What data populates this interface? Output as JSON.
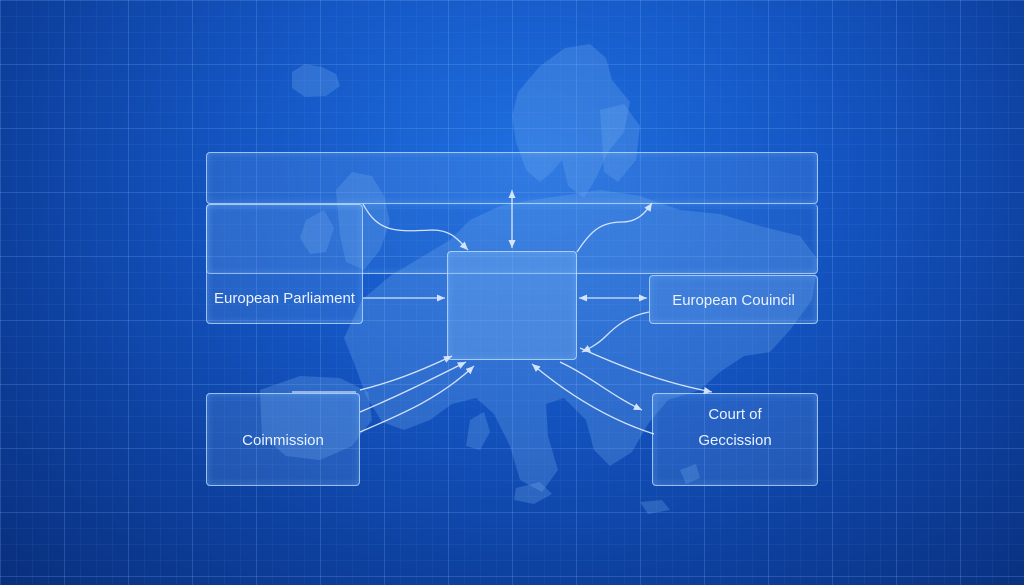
{
  "nodes": {
    "parliament": {
      "label": "European Parliament"
    },
    "council": {
      "label": "European Couincil"
    },
    "commission": {
      "label": "Coinmission"
    },
    "court": {
      "label_line1": "Court of",
      "label_line2": "Geccission"
    },
    "center": {
      "label": ""
    },
    "top_bar": {
      "label": ""
    }
  },
  "colors": {
    "background": "#1456c4",
    "grid": "#8cbeff",
    "box_border": "#c8e1ff",
    "arrow": "#e6f0ff"
  }
}
